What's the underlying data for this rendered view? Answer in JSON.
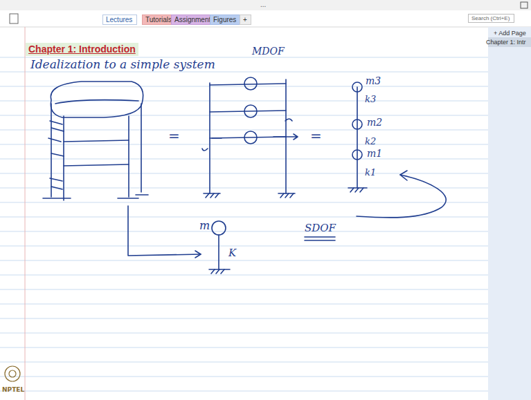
{
  "diagram": {
    "title": "Chapter 1: Introduction",
    "nodes": [
      {
        "text": [
          "Lectures"
        ]
      },
      {
        "text": [
          "Tutorials"
        ]
      },
      {
        "text": [
          "Assignments"
        ]
      },
      {
        "text": [
          "Figures"
        ]
      },
      {
        "text": [
          "+"
        ]
      },
      {
        "text": [
          "Search (Ctrl+E)"
        ]
      },
      {
        "text": [
          "+ Add Page"
        ]
      },
      {
        "text": [
          "Chapter 1: Intr"
        ]
      }
    ],
    "labels": [
      "...",
      "Idealization to a simple system",
      "MDOF",
      "=",
      "=",
      "m3",
      "k3",
      "m2",
      "k2",
      "m1",
      "k1",
      "m",
      "K",
      "SDOF",
      "NPTEL"
    ]
  }
}
